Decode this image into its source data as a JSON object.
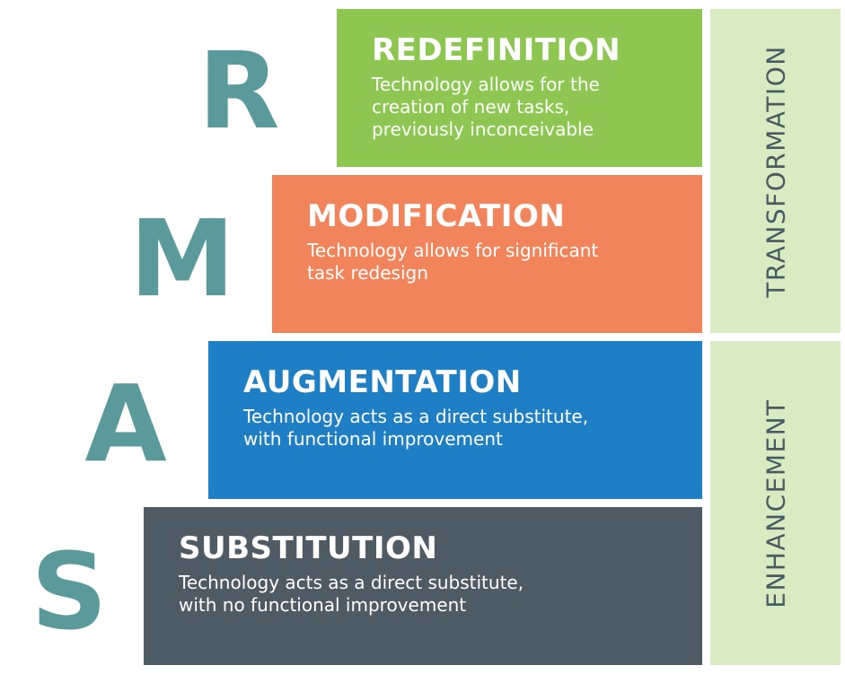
{
  "colors": {
    "letter": "#5a9a9a",
    "redefinition": "#8dc650",
    "modification": "#f1845a",
    "augmentation": "#1f7fc4",
    "substitution": "#4e5a64",
    "side_panel": "#d9ecc1",
    "side_text": "#4a5a64"
  },
  "letters": [
    "R",
    "M",
    "A",
    "S"
  ],
  "levels": [
    {
      "title": "REDEFINITION",
      "description": "Technology allows for the\ncreation of new tasks,\npreviously inconceivable"
    },
    {
      "title": "MODIFICATION",
      "description": "Technology allows for significant\ntask redesign"
    },
    {
      "title": "AUGMENTATION",
      "description": "Technology acts as a direct substitute,\nwith functional improvement"
    },
    {
      "title": "SUBSTITUTION",
      "description": "Technology acts as a direct substitute,\nwith no functional improvement"
    }
  ],
  "groups": {
    "transformation": "TRANSFORMATION",
    "enhancement": "ENHANCEMENT"
  }
}
